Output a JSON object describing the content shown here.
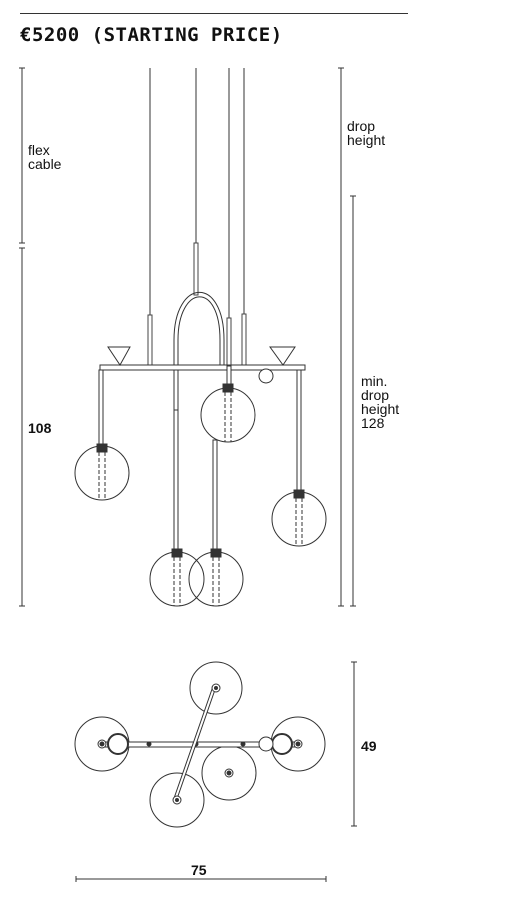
{
  "header": {
    "price": "€5200 (STARTING PRICE)"
  },
  "dimensions": {
    "flex_cable_line1": "flex",
    "flex_cable_line2": "cable",
    "drop_height_line1": "drop",
    "drop_height_line2": "height",
    "min_drop_line1": "min.",
    "min_drop_line2": "drop",
    "min_drop_line3": "height",
    "min_drop_line4": "128",
    "side_height": "108",
    "top_depth": "49",
    "top_width": "75"
  }
}
